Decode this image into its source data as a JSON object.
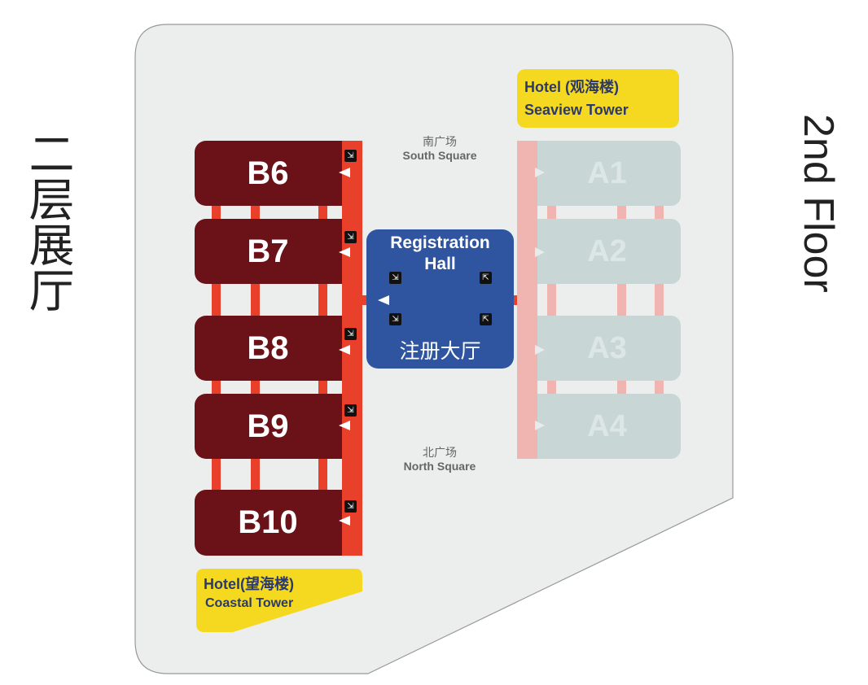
{
  "title_cn": "二层展厅",
  "title_en": "2nd Floor",
  "halls_b": [
    "B6",
    "B7",
    "B8",
    "B9",
    "B10"
  ],
  "halls_a": [
    "A1",
    "A2",
    "A3",
    "A4"
  ],
  "registration": {
    "en_line1": "Registration",
    "en_line2": "Hall",
    "cn": "注册大厅"
  },
  "south_square": {
    "cn": "南广场",
    "en": "South Square"
  },
  "north_square": {
    "cn": "北广场",
    "en": "North Square"
  },
  "hotel_seaview": {
    "line1": "Hotel (观海楼)",
    "line2": "Seaview Tower"
  },
  "hotel_coastal": {
    "line1": "Hotel(望海楼)",
    "line2": "Coastal Tower"
  },
  "colors": {
    "hall_b": "#6b1218",
    "corridor_b": "#e8402a",
    "hall_a": "#c8d6d6",
    "corridor_a": "#f0b5b0",
    "registration": "#2f55a0",
    "hotel": "#f5d820"
  }
}
